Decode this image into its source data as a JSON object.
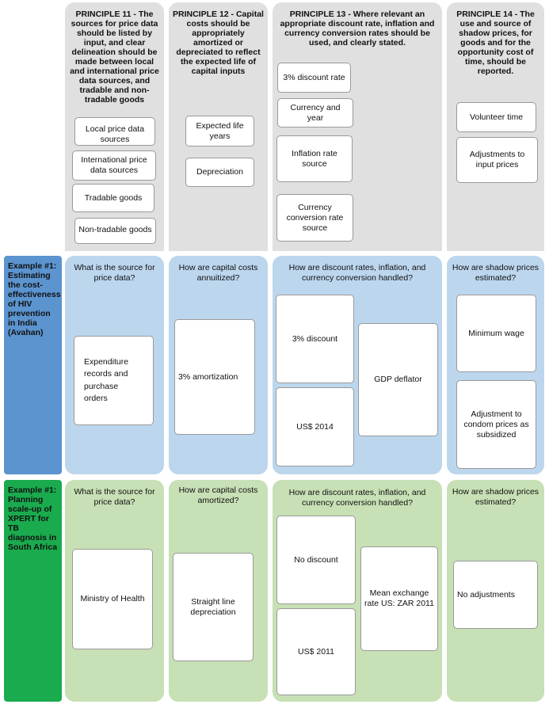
{
  "principles": [
    {
      "title": "PRINCIPLE 11 - The sources for price data should be listed by input, and clear delineation should be made between local and international price data sources, and tradable and non-tradable goods",
      "items": [
        "Local price data sources",
        "International price data sources",
        "Tradable goods",
        "Non-tradable goods"
      ]
    },
    {
      "title": "PRINCIPLE 12 - Capital costs should be appropriately amortized or depreciated to reflect the expected life of capital inputs",
      "items": [
        "Expected life years",
        "Depreciation"
      ]
    },
    {
      "title": "PRINCIPLE 13 - Where relevant an appropriate discount rate, inflation and currency conversion rates should be used, and clearly stated.",
      "items": [
        "3% discount rate",
        "Currency and year",
        "Inflation rate source",
        "Currency conversion rate source"
      ]
    },
    {
      "title": "PRINCIPLE 14 - The use and source of shadow prices, for goods and for the opportunity cost of time, should be reported.",
      "items": [
        "Volunteer time",
        "Adjustments to input prices"
      ]
    }
  ],
  "example1": {
    "label": "Example #1: Estimating the cost-effectiveness of HIV prevention in India (Avahan)",
    "questions": [
      "What is the source for price data?",
      "How are capital costs annuitized?",
      "How are discount rates, inflation, and currency conversion handled?",
      "How are shadow prices estimated?"
    ],
    "answers": {
      "price": "Expenditure records and purchase orders",
      "capital": "3% amortization",
      "discount": "3% discount",
      "currency": "US$ 2014",
      "inflation": "GDP deflator",
      "shadow1": "Minimum wage",
      "shadow2": "Adjustment to condom prices as subsidized"
    }
  },
  "example2": {
    "label": "Example #1: Planning scale-up of XPERT for TB diagnosis in South Africa",
    "questions": [
      "What is the source for price data?",
      "How are capital costs amortized?",
      "How are discount rates, inflation, and currency conversion handled?",
      "How are shadow prices estimated?"
    ],
    "answers": {
      "price": "Ministry of Health",
      "capital": "Straight line depreciation",
      "discount": "No discount",
      "currency": "US$ 2011",
      "exchange": "Mean exchange rate US: ZAR 2011",
      "shadow": "No adjustments"
    }
  }
}
